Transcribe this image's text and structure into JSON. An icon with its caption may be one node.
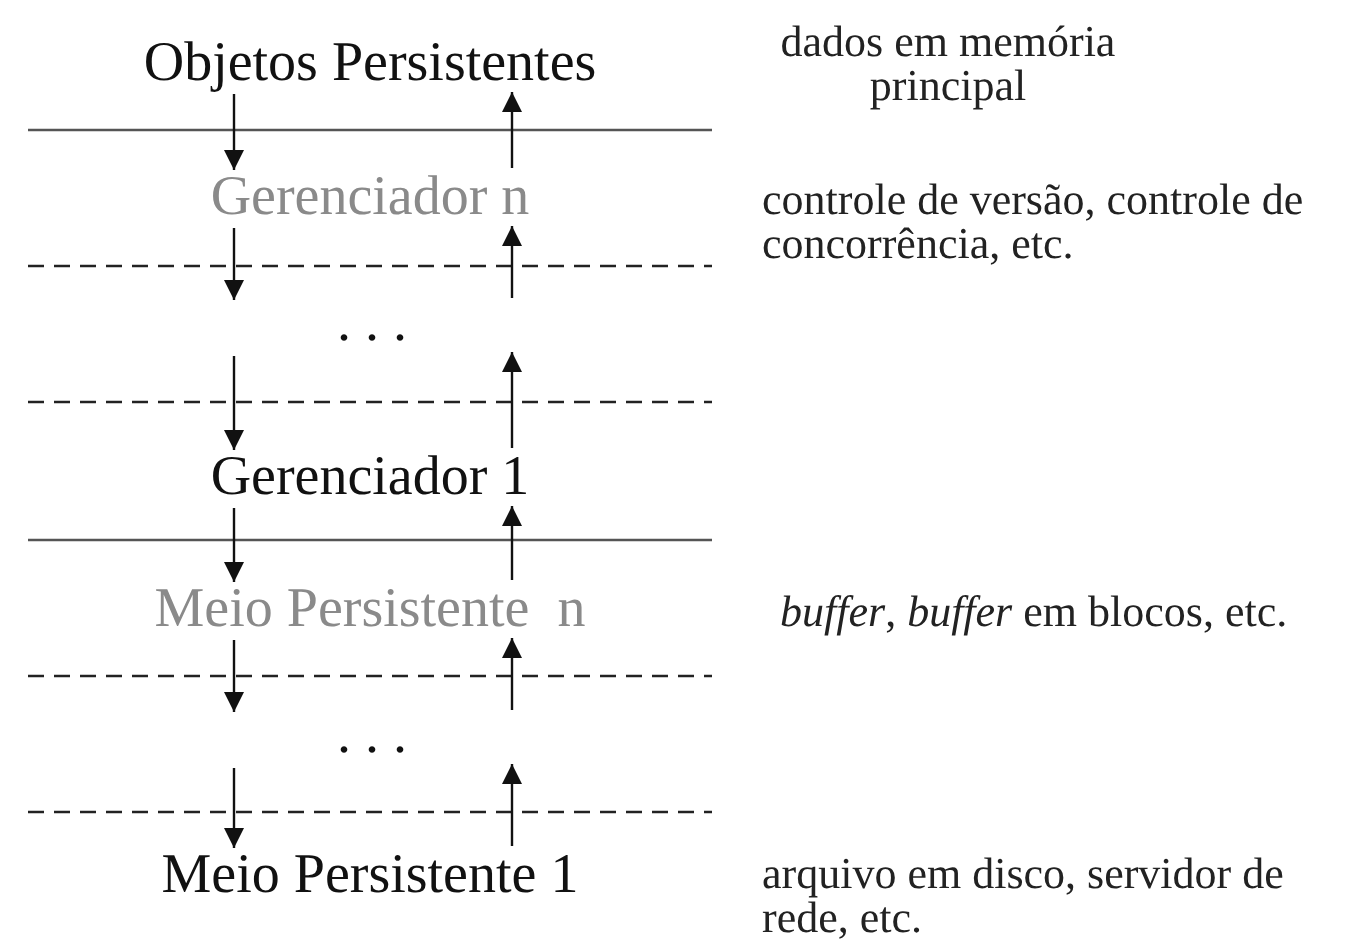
{
  "diagram": {
    "nodes": [
      {
        "text": [
          "Objetos Persistentes"
        ]
      },
      {
        "text": [
          "Gerenciador n"
        ]
      },
      {
        "text": [
          "Gerenciador 1"
        ]
      },
      {
        "text": [
          "Meio Persistente  n"
        ]
      },
      {
        "text": [
          "Meio Persistente 1"
        ]
      }
    ],
    "edges": [
      {
        "from": 0,
        "to": 1,
        "arrow": "to"
      },
      {
        "from": 1,
        "to": 0,
        "arrow": "to"
      },
      {
        "from": 1,
        "to": null,
        "arrow": "to"
      },
      {
        "from": null,
        "to": 1,
        "arrow": "to"
      },
      {
        "from": null,
        "to": 2,
        "arrow": "to"
      },
      {
        "from": 2,
        "to": null,
        "arrow": "to"
      },
      {
        "from": 2,
        "to": 3,
        "arrow": "to"
      },
      {
        "from": 3,
        "to": 2,
        "arrow": "to"
      },
      {
        "from": 3,
        "to": null,
        "arrow": "to"
      },
      {
        "from": null,
        "to": 3,
        "arrow": "to"
      },
      {
        "from": null,
        "to": 4,
        "arrow": "to"
      },
      {
        "from": 4,
        "to": null,
        "arrow": "to"
      }
    ],
    "labels": [
      "dados em memória principal",
      "controle de versão, controle de concorrência, etc.",
      ". . .",
      "*buffer*, *buffer* em blocos, etc.",
      ". . .",
      "arquivo em disco, servidor de rede, etc."
    ]
  }
}
